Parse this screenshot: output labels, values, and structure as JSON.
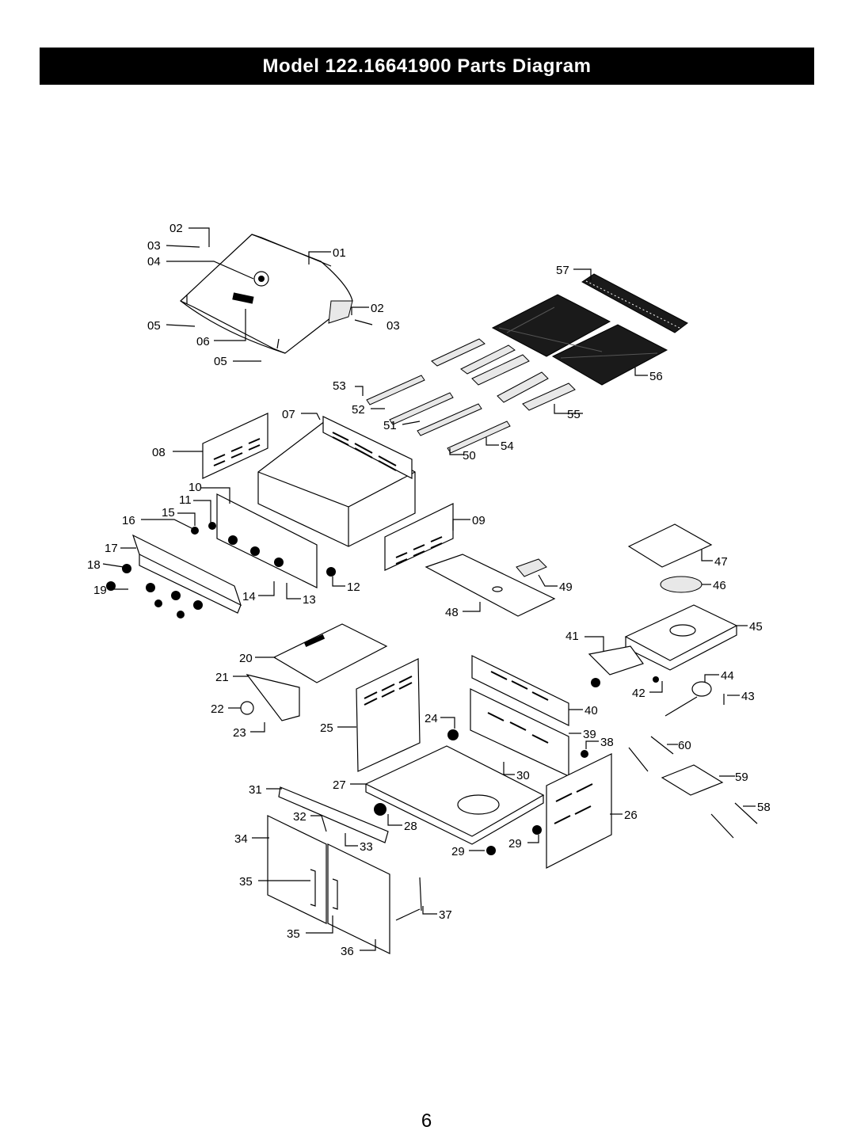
{
  "header": {
    "title": "Model 122.16641900 Parts Diagram"
  },
  "footer": {
    "page_number": "6"
  },
  "part_labels": [
    "02",
    "03",
    "04",
    "01",
    "02",
    "03",
    "05",
    "06",
    "05",
    "57",
    "53",
    "52",
    "51",
    "55",
    "56",
    "50",
    "54",
    "07",
    "08",
    "10",
    "11",
    "09",
    "16",
    "15",
    "17",
    "18",
    "19",
    "14",
    "13",
    "12",
    "47",
    "46",
    "49",
    "48",
    "45",
    "41",
    "20",
    "21",
    "22",
    "23",
    "25",
    "24",
    "40",
    "44",
    "42",
    "43",
    "39",
    "38",
    "60",
    "30",
    "31",
    "27",
    "59",
    "26",
    "58",
    "32",
    "28",
    "34",
    "33",
    "29",
    "29",
    "35",
    "37",
    "35",
    "36"
  ]
}
